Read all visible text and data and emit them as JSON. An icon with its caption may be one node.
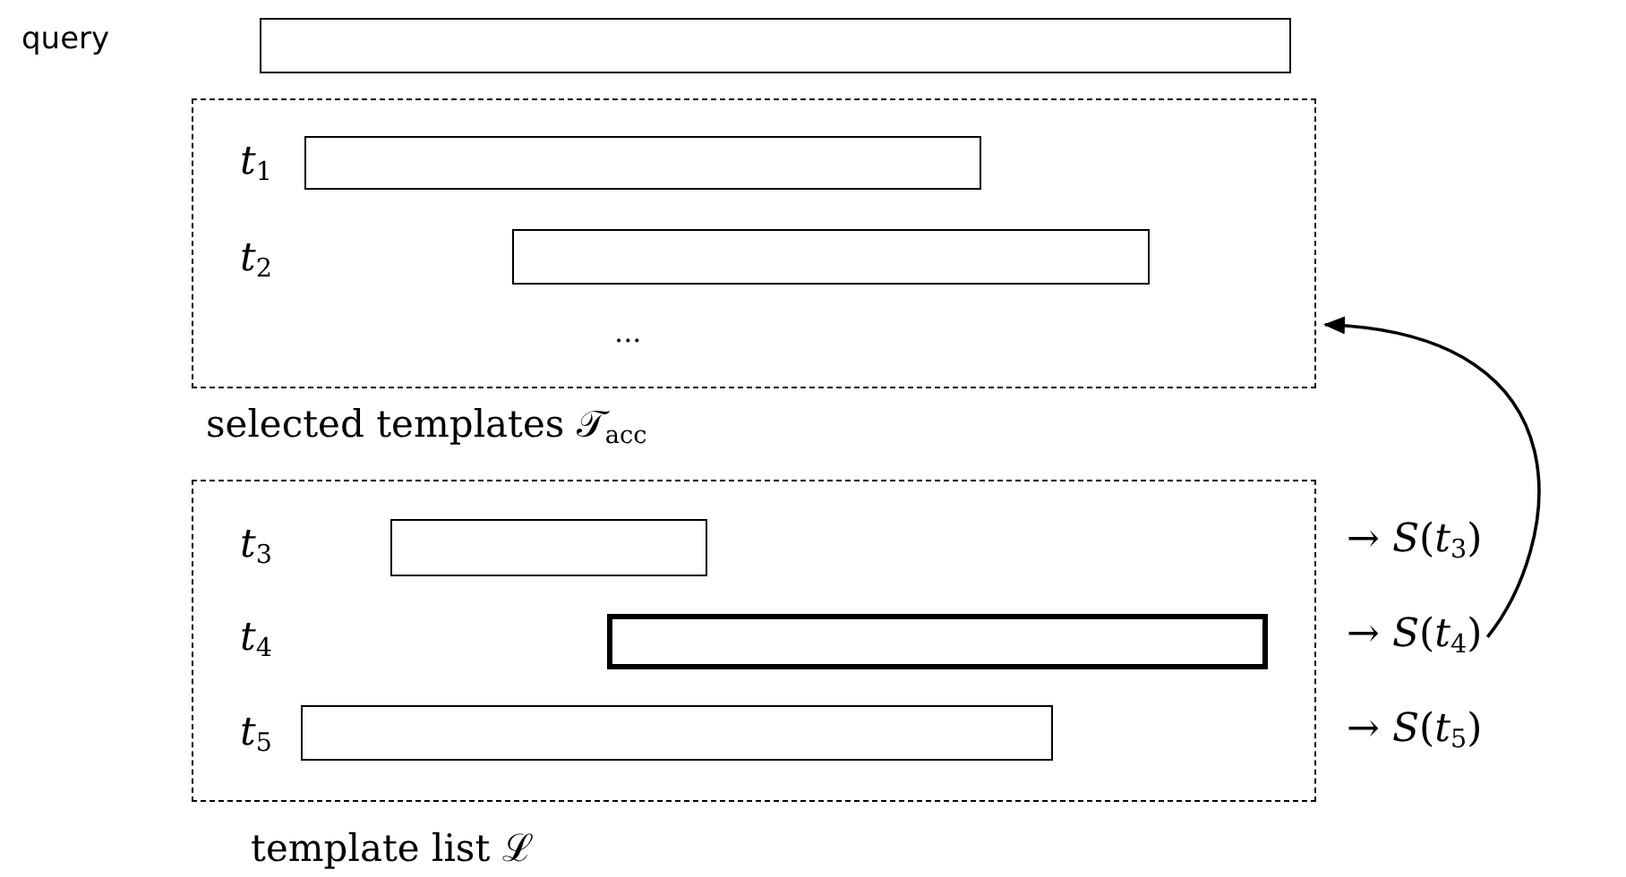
{
  "diagram": {
    "nodes": [
      {
        "text": [],
        "shape": "bar"
      },
      {
        "text": [
          "selected templates 𝒯$_{acc}$"
        ]
      },
      {
        "text": [],
        "shape": "bar",
        "in": 1
      },
      {
        "text": [],
        "shape": "bar",
        "in": 1
      },
      {
        "text": [
          "template list ℒ"
        ]
      },
      {
        "text": [],
        "shape": "bar",
        "in": 4
      },
      {
        "text": [],
        "shape": "bar",
        "in": 4
      },
      {
        "text": [],
        "shape": "bar",
        "in": 4
      },
      {
        "text": [
          "→ *S*(*t*$_{3}$)"
        ]
      },
      {
        "text": [
          "→ *S*(*t*$_{4}$)"
        ]
      },
      {
        "text": [
          "→ *S*(*t*$_{5}$)"
        ]
      }
    ],
    "edges": [
      {
        "from": 9,
        "to": 1,
        "arrow": "to"
      }
    ],
    "labels": [
      "query",
      "*t*$_{1}$",
      "*t*$_{2}$",
      "...",
      "*t*$_{3}$",
      "*t*$_{4}$",
      "*t*$_{5}$"
    ]
  }
}
